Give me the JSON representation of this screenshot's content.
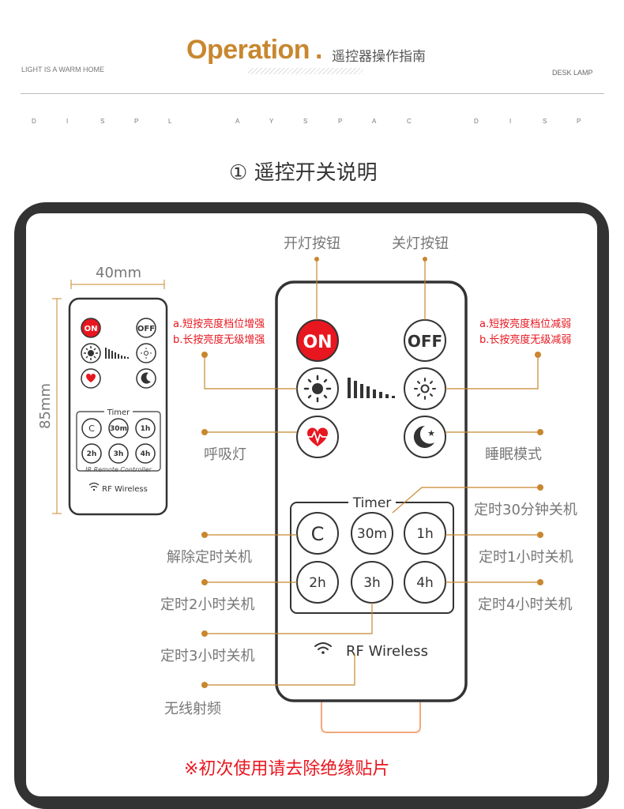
{
  "header": {
    "title": "Operation",
    "dot": ".",
    "subtitle_cn": "遥控器操作指南",
    "left_tag": "LIGHT IS A WARM HOME",
    "right_tag": "DESK LAMP",
    "spaced_letters": [
      "D",
      "I",
      "S",
      "P",
      "L",
      "A",
      "Y",
      "S",
      "P",
      "A",
      "C",
      "D",
      "I",
      "S",
      "P"
    ]
  },
  "section": {
    "title": "① 遥控开关说明"
  },
  "small_remote": {
    "width_label": "40mm",
    "height_label": "85mm",
    "on": "ON",
    "off": "OFF",
    "timer": "Timer",
    "timer_buttons": [
      "C",
      "30m",
      "1h",
      "2h",
      "3h",
      "4h"
    ],
    "brand": "IR Remote Controller",
    "wireless": "RF Wireless"
  },
  "big_remote": {
    "on": "ON",
    "off": "OFF",
    "timer": "Timer",
    "timer_buttons": [
      "C",
      "30m",
      "1h",
      "2h",
      "3h",
      "4h"
    ],
    "wireless": "RF Wireless"
  },
  "labels": {
    "on_button": "开灯按钮",
    "off_button": "关灯按钮",
    "bright_up_a": "a.短按亮度档位增强",
    "bright_up_b": "b.长按亮度无级增强",
    "bright_down_a": "a.短按亮度档位减弱",
    "bright_down_b": "b.长按亮度无级减弱",
    "breath": "呼吸灯",
    "sleep": "睡眠模式",
    "t30": "定时30分钟关机",
    "cancel": "解除定时关机",
    "t1": "定时1小时关机",
    "t2": "定时2小时关机",
    "t4": "定时4小时关机",
    "t3": "定时3小时关机",
    "wireless": "无线射频"
  },
  "note": "※初次使用请去除绝缘贴片",
  "colors": {
    "accent": "#c8872f",
    "red": "#e8161f",
    "frame": "#333333",
    "pointer": "#c8872f"
  }
}
